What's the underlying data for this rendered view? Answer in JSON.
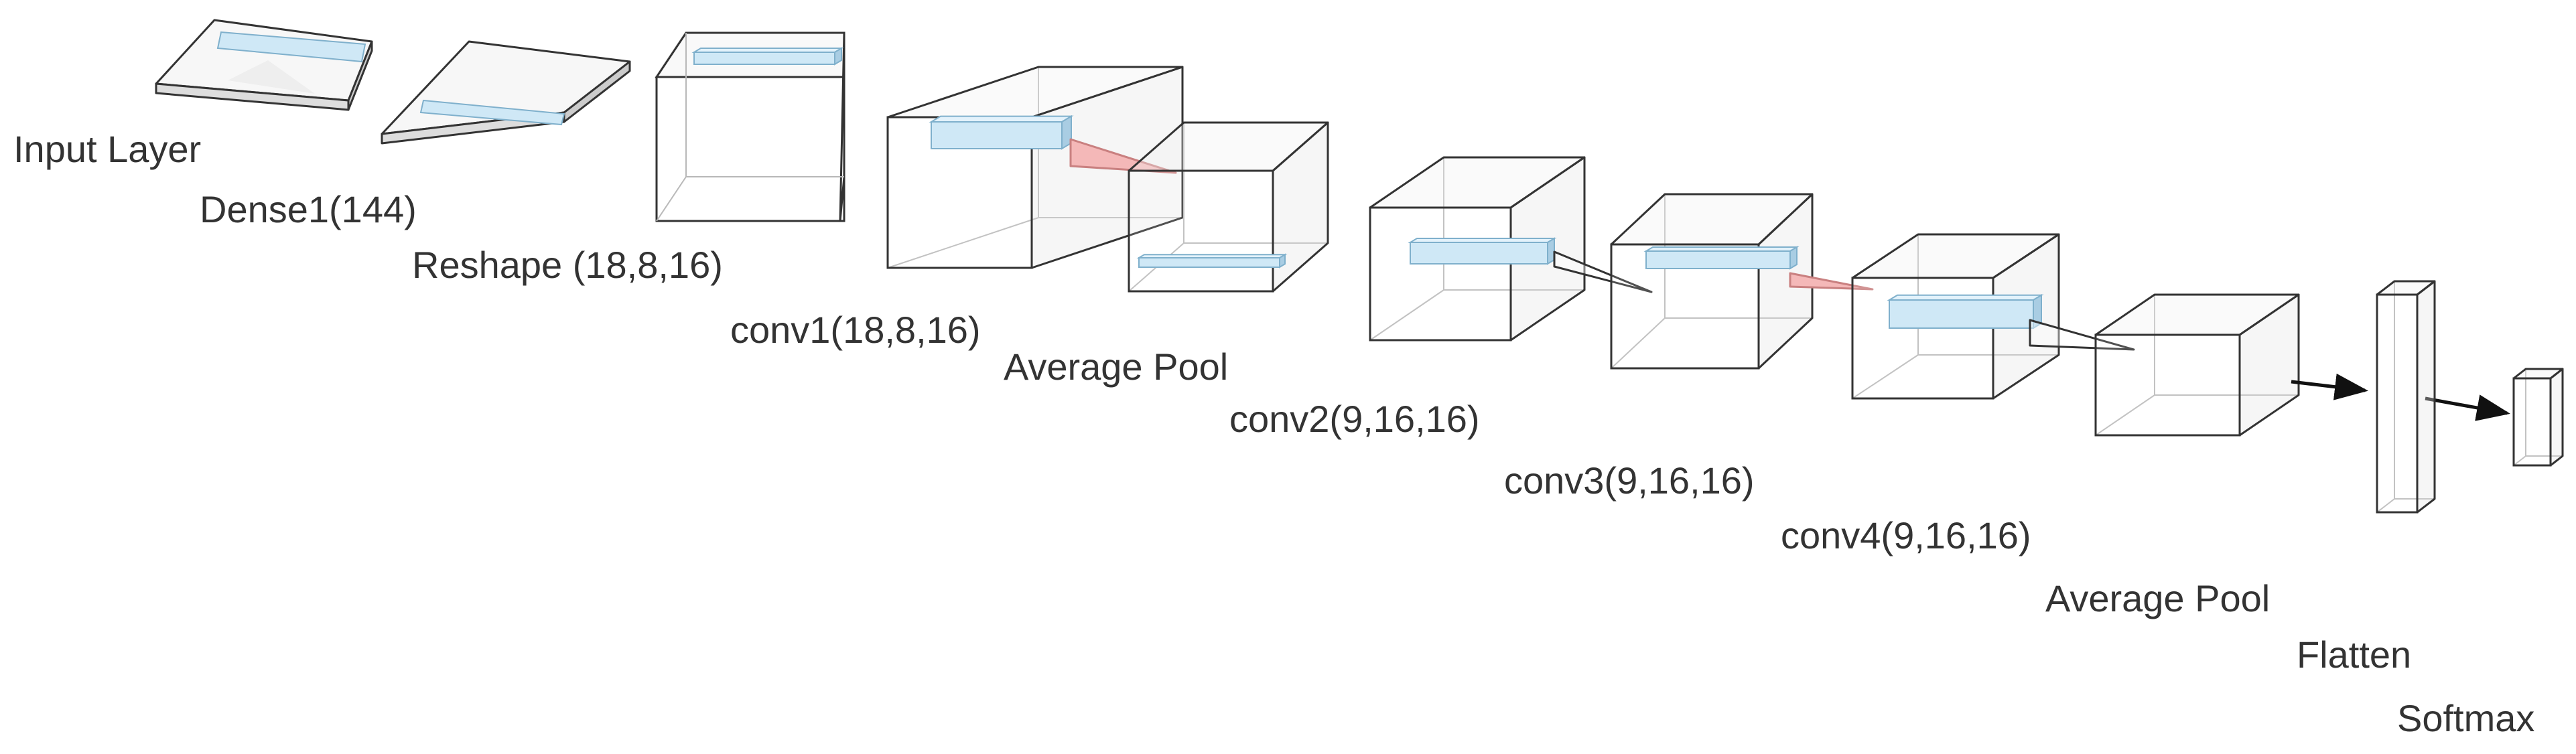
{
  "diagram": {
    "layers": [
      {
        "id": "input",
        "label": "Input Layer"
      },
      {
        "id": "dense1",
        "label": "Dense1(144)"
      },
      {
        "id": "reshape",
        "label": "Reshape (18,8,16)"
      },
      {
        "id": "conv1",
        "label": "conv1(18,8,16)"
      },
      {
        "id": "avgpool1",
        "label": "Average Pool"
      },
      {
        "id": "conv2",
        "label": "conv2(9,16,16)"
      },
      {
        "id": "conv3",
        "label": "conv3(9,16,16)"
      },
      {
        "id": "conv4",
        "label": "conv4(9,16,16)"
      },
      {
        "id": "avgpool2",
        "label": "Average Pool"
      },
      {
        "id": "flatten",
        "label": "Flatten"
      },
      {
        "id": "softmax",
        "label": "Softmax"
      }
    ],
    "colors": {
      "edge": "#333333",
      "hidden_edge": "#b8b8b8",
      "face": "#f7f7f7",
      "kernel_fill": "#cfe8f6",
      "kernel_edge": "#7fb0cc",
      "pool_cone": "#f4b8b8",
      "arrow": "#111111",
      "text": "#333333"
    }
  }
}
